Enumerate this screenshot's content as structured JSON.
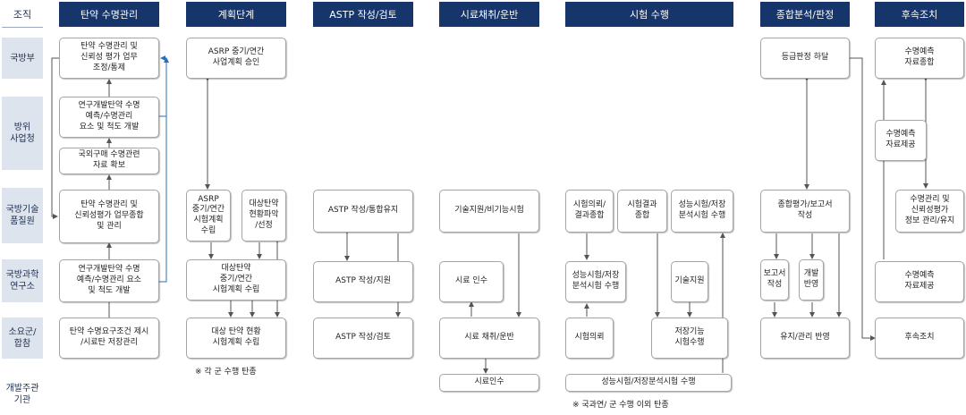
{
  "headers": {
    "org": "조직",
    "ammo_life_mgmt": "탄약 수명관리",
    "planning": "계획단계",
    "astp": "ASTP 작성/검토",
    "sampling": "시료채취/운반",
    "testing": "시험 수행",
    "analysis": "종합분석/판정",
    "followup": "후속조치"
  },
  "orgs": {
    "mnd": "국방부",
    "dapa": "방위\n사업청",
    "dtaq": "국방기술\n품질원",
    "add": "국방과학\n연구소",
    "users": "소요군/\n합참",
    "dev_agency": "개발주관\n기관"
  },
  "boxes": {
    "b1": "탄약 수명관리 및\n신뢰성 평가 업무\n조정/통제",
    "b2": "연구개발탄약 수명\n예측/수명관리\n요소 및 척도 개발",
    "b3": "국외구매 수명관련\n자료 확보",
    "b4": "탄약 수명관리 및\n신뢰성평가 업무종합\n및 관리",
    "b5": "연구개발탄약 수명\n예측/수명관리 요소\n및 척도 개발",
    "b6": "탄약 수명요구조건 제시\n/시료탄 저장관리",
    "p1": "ASRP 중기/연간\n사업계획 승인",
    "p2": "ASRP\n중기/연간\n시험계획\n수립",
    "p3": "대상탄약\n현황파악\n/선정",
    "p4": "대상탄약\n중기/연간\n시험계획 수립",
    "p5": "대상 탄약 현황\n시험계획 수립",
    "a1": "ASTP 작성/통합유지",
    "a2": "ASTP 작성/지원",
    "a3": "ASTP 작성/검토",
    "s1": "기술지원/비기능시험",
    "s2": "시료 인수",
    "s3": "시료 채취/운반",
    "s4": "시료인수",
    "t1": "시험의뢰/\n결과종합",
    "t2": "시험결과\n종합",
    "t3": "성능시험/저장\n분석시험 수행",
    "t4": "성능시험/저장\n분석시험 수행",
    "t5": "기술지원",
    "t6": "시험의뢰",
    "t7": "저장기능\n시험수행",
    "t8": "성능시험/저장분석시험 수행",
    "c1": "등급판정 하달",
    "c2": "종합평가/보고서\n작성",
    "c3": "보고서\n작성",
    "c4": "개발\n반영",
    "c5": "유지/관리 반영",
    "f1": "수명예측\n자료종합",
    "f2": "수명예측\n자료제공",
    "f3": "수명관리 및\n신뢰성평가\n정보 관리/유지",
    "f4": "수명예측\n자료제공",
    "f5": "후속조치"
  },
  "notes": {
    "n1": "※ 각 군 수행 탄종",
    "n2": "※ 국과연/ 군 수행 이외 탄종"
  },
  "colors": {
    "header_bg": "#16356b",
    "org_bg": "#dde4ee",
    "connector_gray": "#555555",
    "connector_blue": "#2a6fba"
  }
}
